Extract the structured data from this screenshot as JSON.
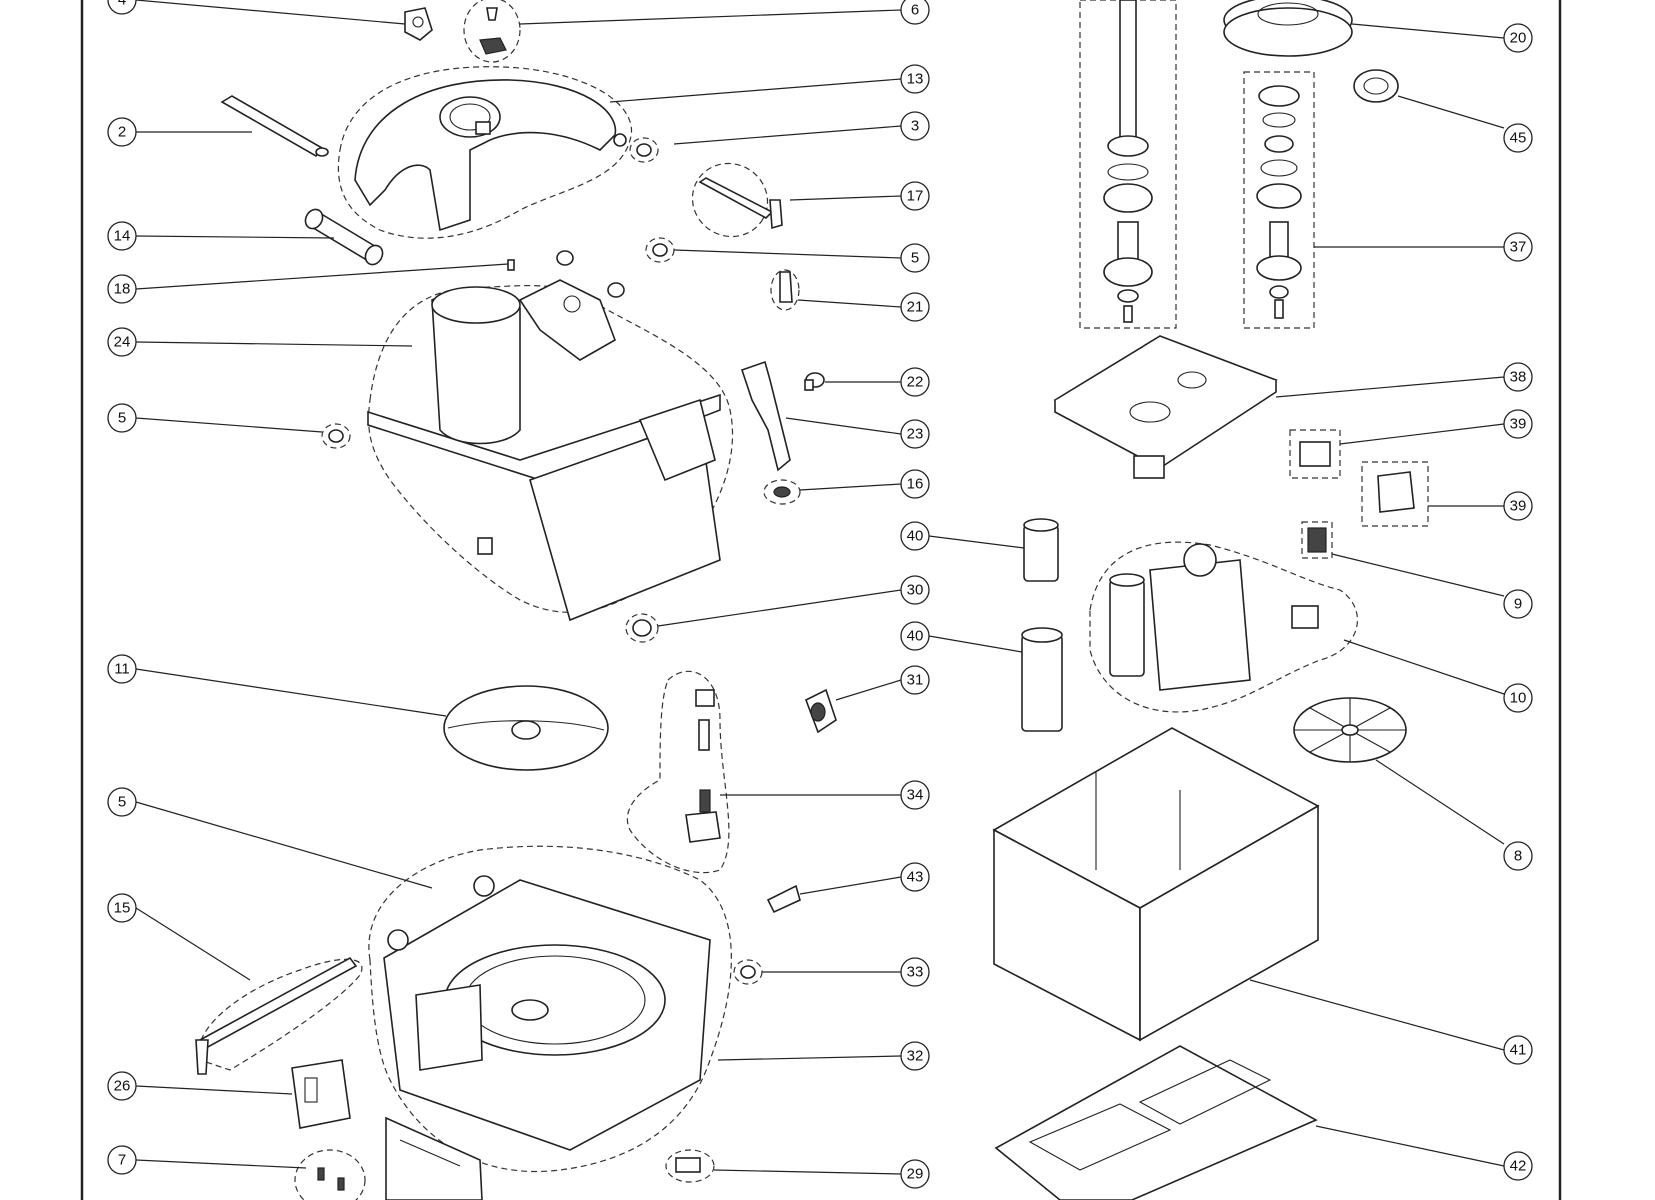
{
  "diagram": {
    "title": "Exploded parts view",
    "callouts": [
      {
        "id": "c4",
        "label": "4"
      },
      {
        "id": "c6",
        "label": "6"
      },
      {
        "id": "c13",
        "label": "13"
      },
      {
        "id": "c2",
        "label": "2"
      },
      {
        "id": "c3",
        "label": "3"
      },
      {
        "id": "c17",
        "label": "17"
      },
      {
        "id": "c14",
        "label": "14"
      },
      {
        "id": "c5a",
        "label": "5"
      },
      {
        "id": "c18",
        "label": "18"
      },
      {
        "id": "c21",
        "label": "21"
      },
      {
        "id": "c24",
        "label": "24"
      },
      {
        "id": "c22",
        "label": "22"
      },
      {
        "id": "c5b",
        "label": "5"
      },
      {
        "id": "c23",
        "label": "23"
      },
      {
        "id": "c16",
        "label": "16"
      },
      {
        "id": "c40a",
        "label": "40"
      },
      {
        "id": "c30",
        "label": "30"
      },
      {
        "id": "c40b",
        "label": "40"
      },
      {
        "id": "c11",
        "label": "11"
      },
      {
        "id": "c31",
        "label": "31"
      },
      {
        "id": "c34",
        "label": "34"
      },
      {
        "id": "c5c",
        "label": "5"
      },
      {
        "id": "c43",
        "label": "43"
      },
      {
        "id": "c15",
        "label": "15"
      },
      {
        "id": "c33",
        "label": "33"
      },
      {
        "id": "c32",
        "label": "32"
      },
      {
        "id": "c26",
        "label": "26"
      },
      {
        "id": "c7",
        "label": "7"
      },
      {
        "id": "c29",
        "label": "29"
      },
      {
        "id": "c20",
        "label": "20"
      },
      {
        "id": "c45",
        "label": "45"
      },
      {
        "id": "c37",
        "label": "37"
      },
      {
        "id": "c38",
        "label": "38"
      },
      {
        "id": "c39a",
        "label": "39"
      },
      {
        "id": "c39b",
        "label": "39"
      },
      {
        "id": "c9",
        "label": "9"
      },
      {
        "id": "c10",
        "label": "10"
      },
      {
        "id": "c8",
        "label": "8"
      },
      {
        "id": "c41",
        "label": "41"
      },
      {
        "id": "c42",
        "label": "42"
      }
    ]
  }
}
